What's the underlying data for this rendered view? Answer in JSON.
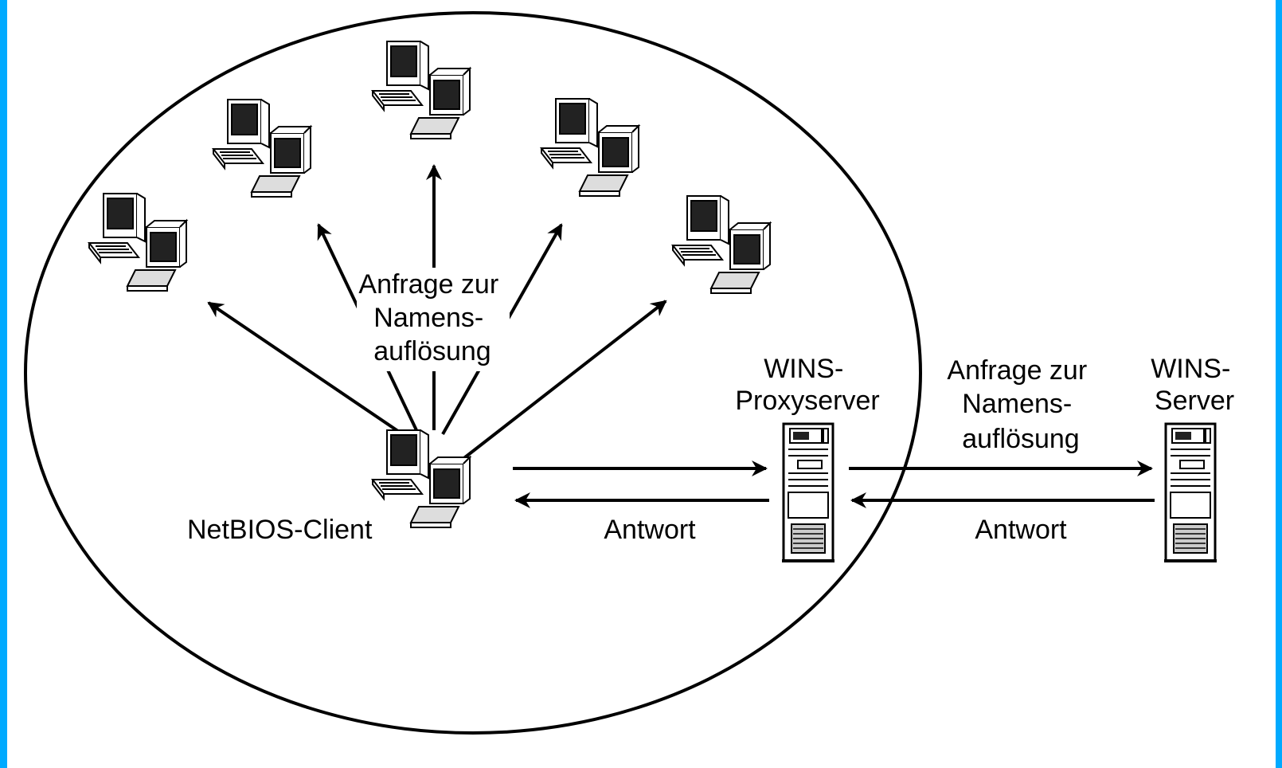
{
  "colors": {
    "accent": "#00aaff",
    "ink": "#000000",
    "background": "#ffffff"
  },
  "icons": {
    "workstation": "desktop-computer-icon",
    "server": "server-tower-icon"
  },
  "labels": {
    "broadcast_query": [
      "Anfrage zur",
      "Namens-",
      "auflösung"
    ],
    "client": "NetBIOS-Client",
    "proxy": [
      "WINS-",
      "Proxyserver"
    ],
    "proxy_to_server_query": [
      "Anfrage zur",
      "Namens-",
      "auflösung"
    ],
    "server": [
      "WINS-",
      "Server"
    ],
    "reply_left": "Antwort",
    "reply_right": "Antwort"
  }
}
